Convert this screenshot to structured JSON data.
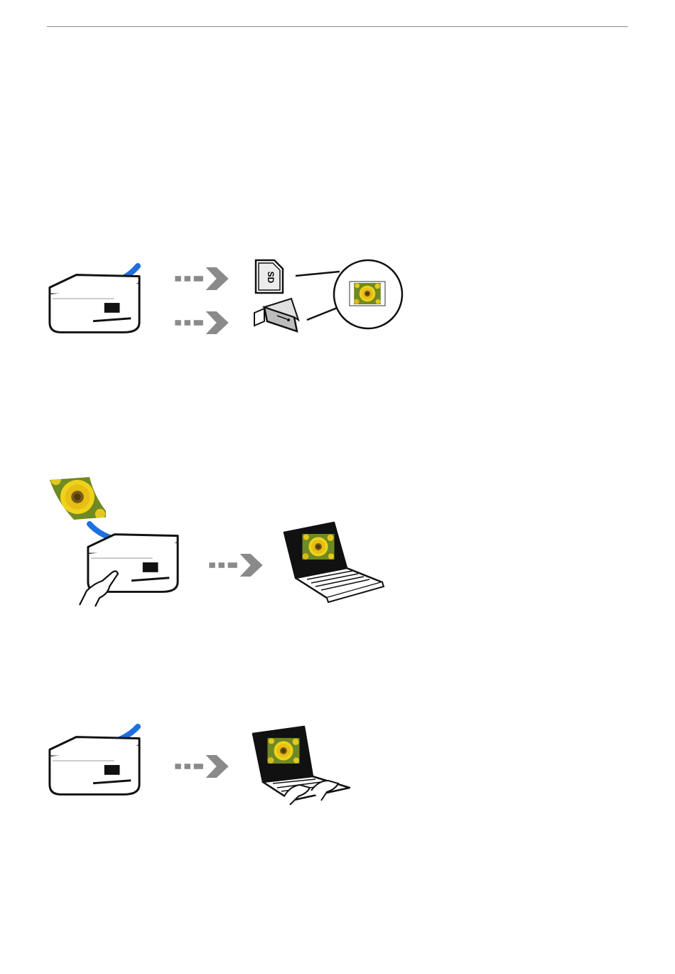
{
  "header": {
    "rule": true
  },
  "figures": [
    {
      "id": "scan-to-memory-device",
      "icons": [
        "photo-icon",
        "printer-icon",
        "arrow-icon",
        "arrow-icon",
        "sd-card-icon",
        "usb-drive-icon",
        "magnify-callout-icon"
      ],
      "sd_card_label": "SD"
    },
    {
      "id": "scan-to-computer-control-panel",
      "icons": [
        "photo-icon",
        "printer-icon",
        "hand-icon",
        "arrow-icon",
        "laptop-icon"
      ]
    },
    {
      "id": "scan-to-computer-software",
      "icons": [
        "photo-icon",
        "printer-icon",
        "arrow-icon",
        "laptop-typing-icon"
      ]
    }
  ],
  "colors": {
    "blue_arrow": "#1f6fe0",
    "gray_arrow": "#8a8a8a",
    "sunflower": "#e8c61a",
    "leaf": "#5d7d1c"
  }
}
